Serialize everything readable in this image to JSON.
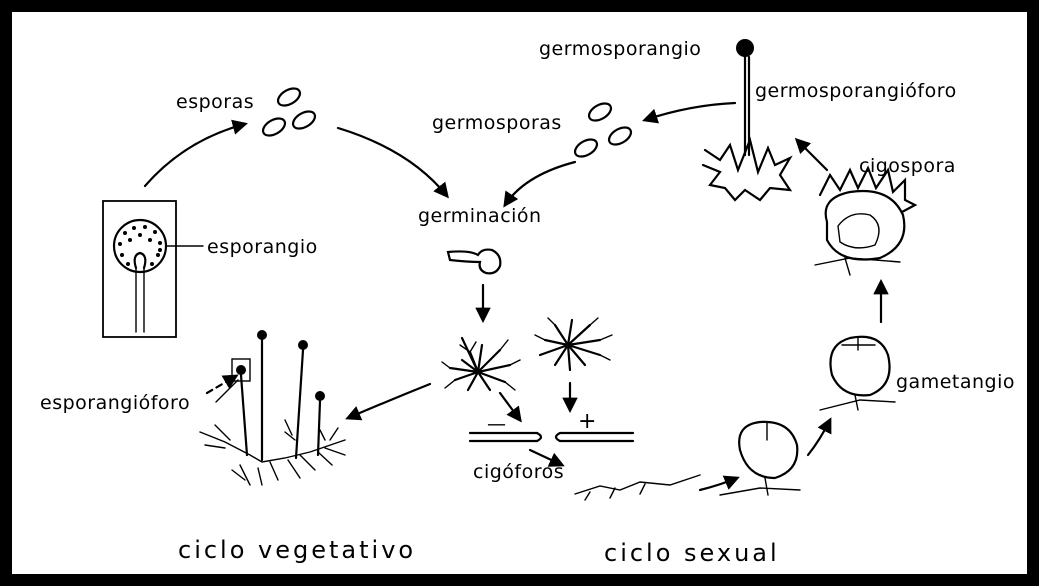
{
  "labels": {
    "esporas": "esporas",
    "esporangio": "esporangio",
    "esporangioforo": "esporangióforo",
    "germinacion": "germinación",
    "germosporas": "germosporas",
    "germosporangio": "germosporangio",
    "germosporangioforo": "germosporangióforo",
    "cigospora": "cigospora",
    "gametangio": "gametangio",
    "cigoforos": "cigóforos",
    "minus": "—",
    "plus": "+"
  },
  "cycles": {
    "vegetativo": "ciclo vegetativo",
    "sexual": "ciclo sexual"
  }
}
